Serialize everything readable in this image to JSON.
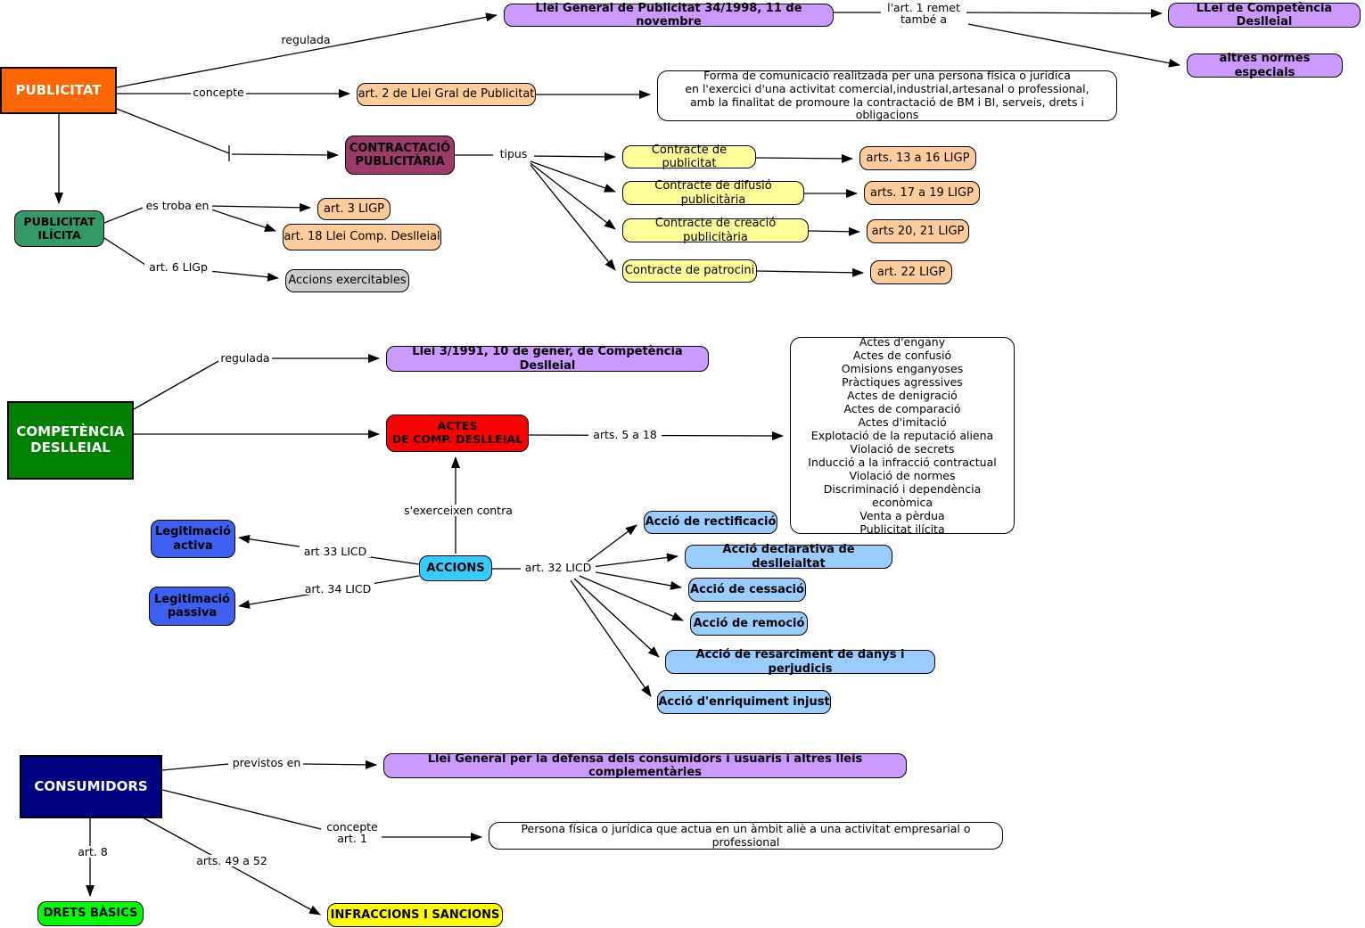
{
  "colors": {
    "publicitat_orange": "#FF6600",
    "law_purple": "#CC99FF",
    "article_peach": "#FFCC99",
    "contract_yellow": "#FFFF99",
    "contractacio_magenta": "#9C3A69",
    "ilicita_seagreen": "#339966",
    "accions_gray": "#CCCCCC",
    "competencia_green": "#008000",
    "actes_red": "#FE0000",
    "accions_cyan": "#33CCFF",
    "legitimacio_blue": "#3D5FF2",
    "accio_lightblue": "#99CCFF",
    "consumidors_navy": "#000080",
    "drets_green": "#00FF00",
    "infraccions_yellow": "#FFFF00"
  },
  "nodes": {
    "publicitat": "PUBLICITAT",
    "llei_gral_publicitat": "Llei General de Publicitat 34/1998, 11 de novembre",
    "llei_comp_deslleial": "LLei de Competència Deslleial",
    "altres_normes": "altres normes especials",
    "art2_llei_gral": "art. 2 de Llei Gral de Publicitat",
    "definicio_publicitat": "Forma de comunicació realitzada per una persona física o jurídica\nen l'exercici d'una activitat comercial,industrial,artesanal o professional,\namb la finalitat de promoure la contractació de BM i BI, serveis, drets i obligacions",
    "contractacio": "CONTRACTACIÓ\nPUBLICITÀRIA",
    "contracte_publicitat": "Contracte de publicitat",
    "contracte_difusio": "Contracte de difusió publicitària",
    "contracte_creacio": "Contracte de creació publicitària",
    "contracte_patrocini": "Contracte de patrocini",
    "arts_13_16": "arts. 13 a 16 LIGP",
    "arts_17_19": "arts. 17 a 19 LIGP",
    "arts_20_21": "arts 20, 21 LIGP",
    "art_22": "art. 22 LIGP",
    "publicitat_ilicita": "PUBLICITAT\nILÍCITA",
    "art3_ligp": "art. 3 LIGP",
    "art18_llei_comp": "art. 18 Llei Comp. Deslleial",
    "accions_exercitables": "Accions exercitables",
    "llei_3_1991": "Llei 3/1991, 10 de gener, de Competència Deslleial",
    "competencia_deslleial": "COMPETÈNCIA\nDESLLEIAL",
    "actes_comp_deslleial": "ACTES\nDE COMP. DESLLEIAL",
    "legitimacio_activa": "Legitimació\nactiva",
    "legitimacio_passiva": "Legitimació\npassiva",
    "accions": "ACCIONS",
    "accio_rectificacio": "Acció de rectificació",
    "accio_declarativa": "Acció declarativa de deslleialtat",
    "accio_cessacio": "Acció de cessació",
    "accio_remocio": "Acció de remoció",
    "accio_resarciment": "Acció de resarciment de danys i perjudicis",
    "accio_enriquiment": "Acció d'enriquiment injust",
    "consumidors": "CONSUMIDORS",
    "llei_defensa": "Llei General per la defensa dels consumidors i usuaris i altres lleis complementàries",
    "persona": "Persona física o jurídica que actua en un àmbit aliè a una activitat empresarial o professional",
    "drets_basics": "DRETS BÀSICS",
    "infraccions_sancions": "INFRACCIONS I SANCIONS"
  },
  "actes_deslleials": [
    "Actes d'engany",
    "Actes de confusió",
    "Omisions enganyoses",
    "Pràctiques agressives",
    "Actes de denigració",
    "Actes de comparació",
    "Actes d'imitació",
    "Explotació de la reputació aliena",
    "Violació de secrets",
    "Inducció a la infracció contractual",
    "Violació de normes",
    "Discriminació i dependència econòmica",
    "Venta a pèrdua",
    "Publicitat ilícita"
  ],
  "labels": {
    "regulada_pub": "regulada",
    "art1_remet": "l'art. 1 remet\ntambé a",
    "concepte_pub": "concepte",
    "tipus": "tipus",
    "es_troba_en": "es troba en",
    "art6_ligp": "art. 6 LIGp",
    "regulada_comp": "regulada",
    "arts_5_18": "arts. 5 a 18",
    "sexerceixen": "s'exerceixen contra",
    "art33": "art 33 LICD",
    "art34": "art. 34 LICD",
    "art32": "art. 32 LICD",
    "previstos_en": "previstos en",
    "concepte_art1": "concepte\nart. 1",
    "art8": "art. 8",
    "arts_49_52": "arts. 49 a 52"
  }
}
